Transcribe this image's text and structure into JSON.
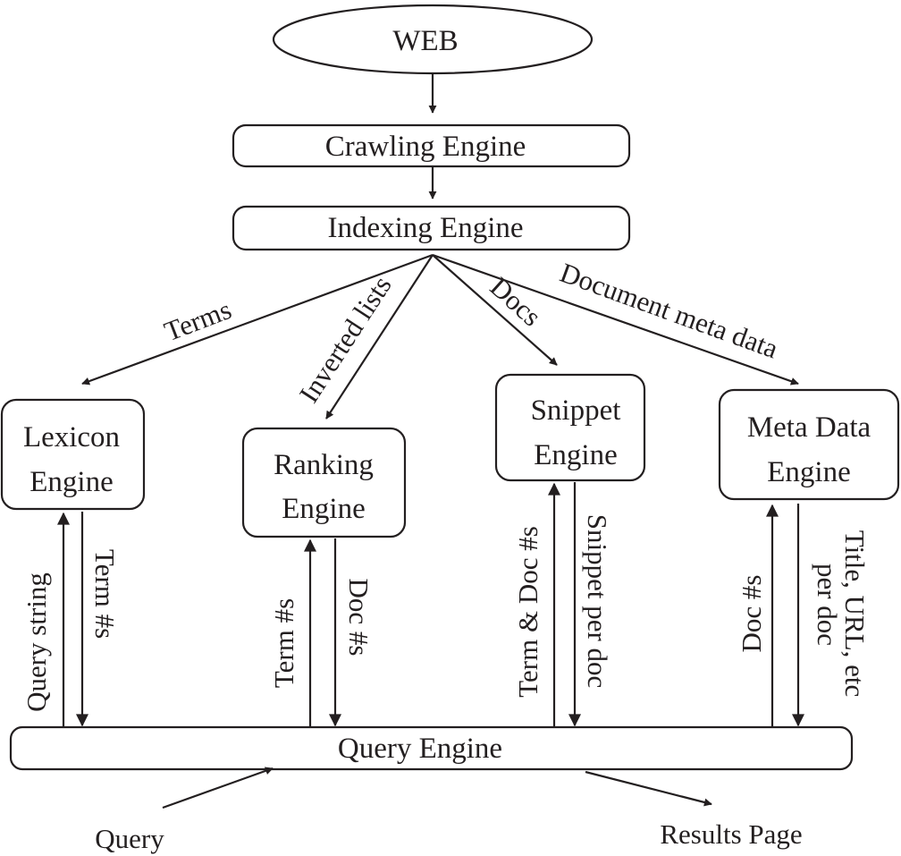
{
  "nodes": {
    "web": "WEB",
    "crawling": "Crawling Engine",
    "indexing": "Indexing Engine",
    "lexicon": [
      "Lexicon",
      "Engine"
    ],
    "ranking": [
      "Ranking",
      "Engine"
    ],
    "snippet": [
      "Snippet",
      "Engine"
    ],
    "metadata": [
      "Meta Data",
      "Engine"
    ],
    "query_engine": "Query Engine"
  },
  "edges": {
    "terms": "Terms",
    "inverted_lists": "Inverted lists",
    "docs": "Docs",
    "document_meta_data": "Document meta data",
    "query_string": "Query string",
    "term_nums_lexicon": "Term #s",
    "term_nums_ranking": "Term #s",
    "doc_nums_ranking": "Doc #s",
    "term_doc_nums": "Term & Doc #s",
    "snippet_per_doc": "Snippet per doc",
    "doc_nums_meta": "Doc #s",
    "title_url_etc": [
      "Title, URL, etc",
      "per doc"
    ]
  },
  "io": {
    "query": "Query",
    "results_page": "Results Page"
  }
}
